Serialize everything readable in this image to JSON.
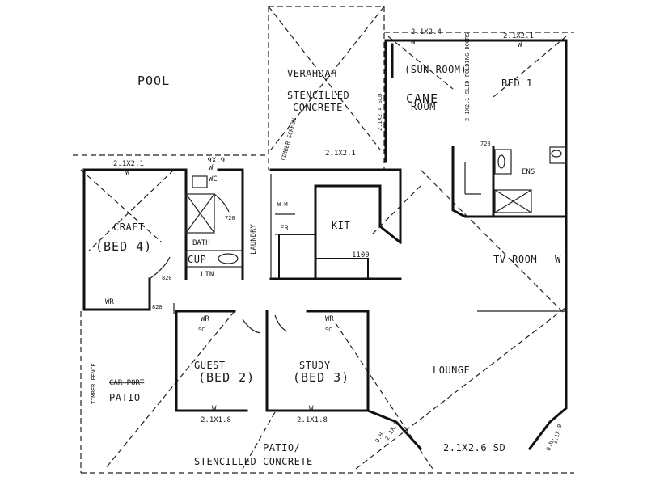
{
  "plan": {
    "rooms": {
      "pool": "POOL",
      "veranda": "VERAHDAH",
      "stencilled_concrete_line1": "STENCILLED",
      "stencilled_concrete_line2": "CONCRETE",
      "sun_room": "(SUN ROOM)",
      "cane": "CANE",
      "room": "ROOM",
      "bed1": "BED 1",
      "craft": "CRAFT",
      "bed4": "(BED 4)",
      "wc": "WC",
      "bath": "BATH",
      "cup": "CUP",
      "lin": "LIN",
      "laundry": "LAUNDRY",
      "kit": "KIT",
      "fr": "FR",
      "ens": "ENS",
      "tv_room": "TV ROOM",
      "guest": "GUEST",
      "bed2": "(BED 2)",
      "study": "STUDY",
      "bed3": "(BED 3)",
      "lounge": "LOUNGE",
      "car_port": "CAR PORT",
      "patio_left": "PATIO",
      "patio_bottom_line1": "PATIO/",
      "patio_bottom_line2": "STENCILLED CONCRETE",
      "timber_fence": "TIMBER FENCE"
    },
    "dims": {
      "sun_room_window_left": "2.1X2.4",
      "sun_room_window_right": "2.1X2.1",
      "bed1_doors": "2.1X2.1 SLID FOLDING DOORS",
      "sun_room_slider": "2.1X2.4 SLD",
      "veranda_door": "2.1X2.1",
      "craft_window": "2.1X2.1",
      "wc_window": ".9X.9",
      "guest_window": "2.1X1.8",
      "study_window": "2.1X1.8",
      "lounge_window_left": "2.1X.9",
      "lounge_slider": "2.1X2.6 SD",
      "lounge_window_right": "2.1X.9",
      "timber_screen": "TIMBER SCREEN",
      "wc_door": "720",
      "bed1_door": "720",
      "craft_door": "820",
      "hall_door": "820",
      "kitchen_bench": "1100",
      "window_mark": "W",
      "wardrobe": "WR",
      "sc": "SC",
      "tv_w": "W",
      "wm": "W M",
      "oh": "O.H."
    }
  }
}
